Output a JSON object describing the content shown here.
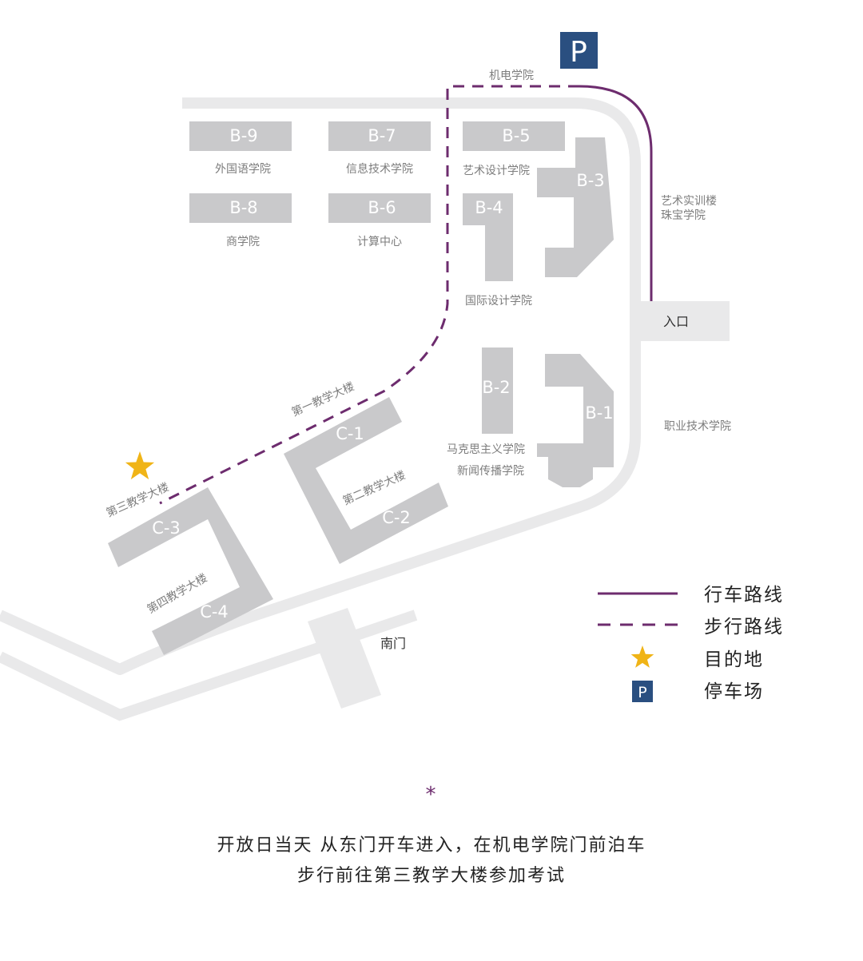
{
  "colors": {
    "road": "#e9e9ea",
    "building": "#c9c9cb",
    "drive_route": "#6d2c6e",
    "walk_route": "#6d2c6e",
    "star": "#f0b417",
    "parking": "#2a4f80"
  },
  "parking_sign": {
    "letter": "P",
    "icon": "parking-icon"
  },
  "buildings": [
    {
      "id": "B-9",
      "label": "B-9",
      "college": "外国语学院"
    },
    {
      "id": "B-7",
      "label": "B-7",
      "college": "信息技术学院"
    },
    {
      "id": "B-5",
      "label": "B-5",
      "college": "艺术设计学院"
    },
    {
      "id": "B-3",
      "label": "B-3"
    },
    {
      "id": "B-8",
      "label": "B-8",
      "college": "商学院"
    },
    {
      "id": "B-6",
      "label": "B-6",
      "college": "计算中心"
    },
    {
      "id": "B-4",
      "label": "B-4",
      "college": "国际设计学院"
    },
    {
      "id": "B-2",
      "label": "B-2"
    },
    {
      "id": "B-1",
      "label": "B-1"
    },
    {
      "id": "C-1",
      "label": "C-1"
    },
    {
      "id": "C-2",
      "label": "C-2"
    },
    {
      "id": "C-3",
      "label": "C-3"
    },
    {
      "id": "C-4",
      "label": "C-4"
    }
  ],
  "places": {
    "jidian": "机电学院",
    "yishu_line1": "艺术实训楼",
    "yishu_line2": "珠宝学院",
    "entrance": "入口",
    "zhiye": "职业技术学院",
    "makesi": "马克思主义学院",
    "xinwen": "新闻传播学院",
    "south_gate": "南门",
    "teach1": "第一教学大楼",
    "teach2": "第二教学大楼",
    "teach3": "第三教学大楼",
    "teach4": "第四教学大楼"
  },
  "legend": {
    "drive": "行车路线",
    "walk": "步行路线",
    "destination": "目的地",
    "parking": "停车场",
    "parking_letter": "P"
  },
  "footer": {
    "asterisk": "*",
    "line1": "开放日当天 从东门开车进入，在机电学院门前泊车",
    "line2": "步行前往第三教学大楼参加考试"
  }
}
